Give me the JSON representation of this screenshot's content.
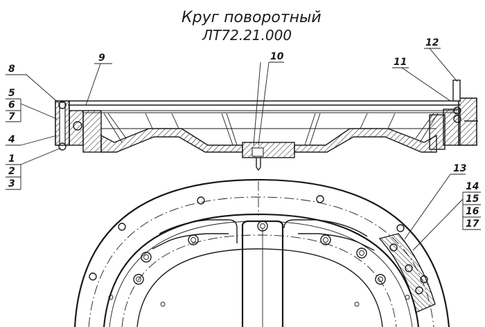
{
  "title": "Круг поворотный",
  "designation": "ЛТ72.21.000",
  "callouts": [
    {
      "id": "c1",
      "label": "1"
    },
    {
      "id": "c2",
      "label": "2"
    },
    {
      "id": "c3",
      "label": "3"
    },
    {
      "id": "c4",
      "label": "4"
    },
    {
      "id": "c5",
      "label": "5"
    },
    {
      "id": "c6",
      "label": "6"
    },
    {
      "id": "c7",
      "label": "7"
    },
    {
      "id": "c8",
      "label": "8"
    },
    {
      "id": "c9",
      "label": "9"
    },
    {
      "id": "c10",
      "label": "10"
    },
    {
      "id": "c11",
      "label": "11"
    },
    {
      "id": "c12",
      "label": "12"
    },
    {
      "id": "c13",
      "label": "13"
    },
    {
      "id": "c14",
      "label": "14"
    },
    {
      "id": "c15",
      "label": "15"
    },
    {
      "id": "c16",
      "label": "16"
    },
    {
      "id": "c17",
      "label": "17"
    }
  ]
}
